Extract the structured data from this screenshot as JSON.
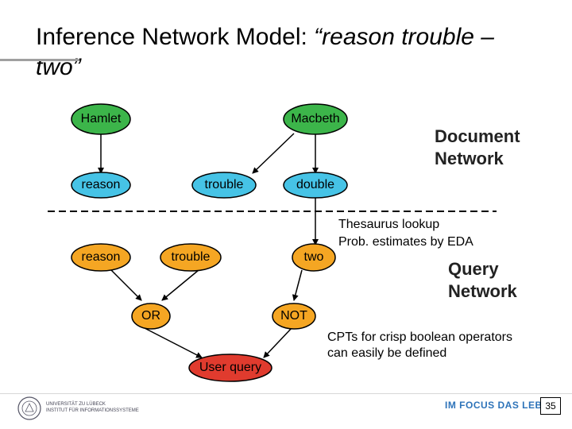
{
  "title": {
    "prefix": "Inference Network Model: ",
    "quoted": "“reason trouble – two”"
  },
  "document_network": {
    "label_line1": "Document",
    "label_line2": "Network",
    "documents": [
      "Hamlet",
      "Macbeth"
    ],
    "terms": [
      "reason",
      "trouble",
      "double"
    ]
  },
  "query_network": {
    "label_line1": "Query",
    "label_line2": "Network",
    "concepts": [
      "reason",
      "trouble",
      "two"
    ],
    "operators": [
      "OR",
      "NOT"
    ],
    "query": "User query"
  },
  "annotations": {
    "thesaurus_line1": "Thesaurus lookup",
    "thesaurus_line2": "Prob. estimates by EDA",
    "cpt_line1": "CPTs for crisp boolean operators",
    "cpt_line2": "can easily be defined"
  },
  "colors": {
    "document_node": "#3cb54a",
    "term_node": "#46c3e6",
    "concept_node": "#f5a623",
    "operator_node": "#f5a623",
    "query_node": "#e03b2e",
    "footer_accent": "#2d73b9"
  },
  "footer": {
    "tagline": "IM FOCUS DAS LEBEN",
    "page_number": "35",
    "logo_line1": "UNIVERSITÄT ZU LÜBECK",
    "logo_line2": "INSTITUT FÜR INFORMATIONSSYSTEME"
  }
}
